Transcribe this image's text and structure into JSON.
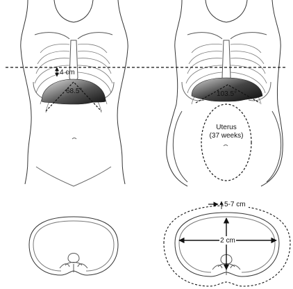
{
  "labels": {
    "rise": "4 cm",
    "angle_nonpregnant": "68.5°",
    "angle_pregnant": "103.5°",
    "uterus_line1": "Uterus",
    "uterus_line2": "(37 weeks)",
    "circumference_increase": "5-7 cm",
    "diameter_increase": "2 cm"
  },
  "colors": {
    "line": "#2a2a2a",
    "diaphragm_dark": "#1e1e1e",
    "diaphragm_light": "#e6e6e6"
  }
}
